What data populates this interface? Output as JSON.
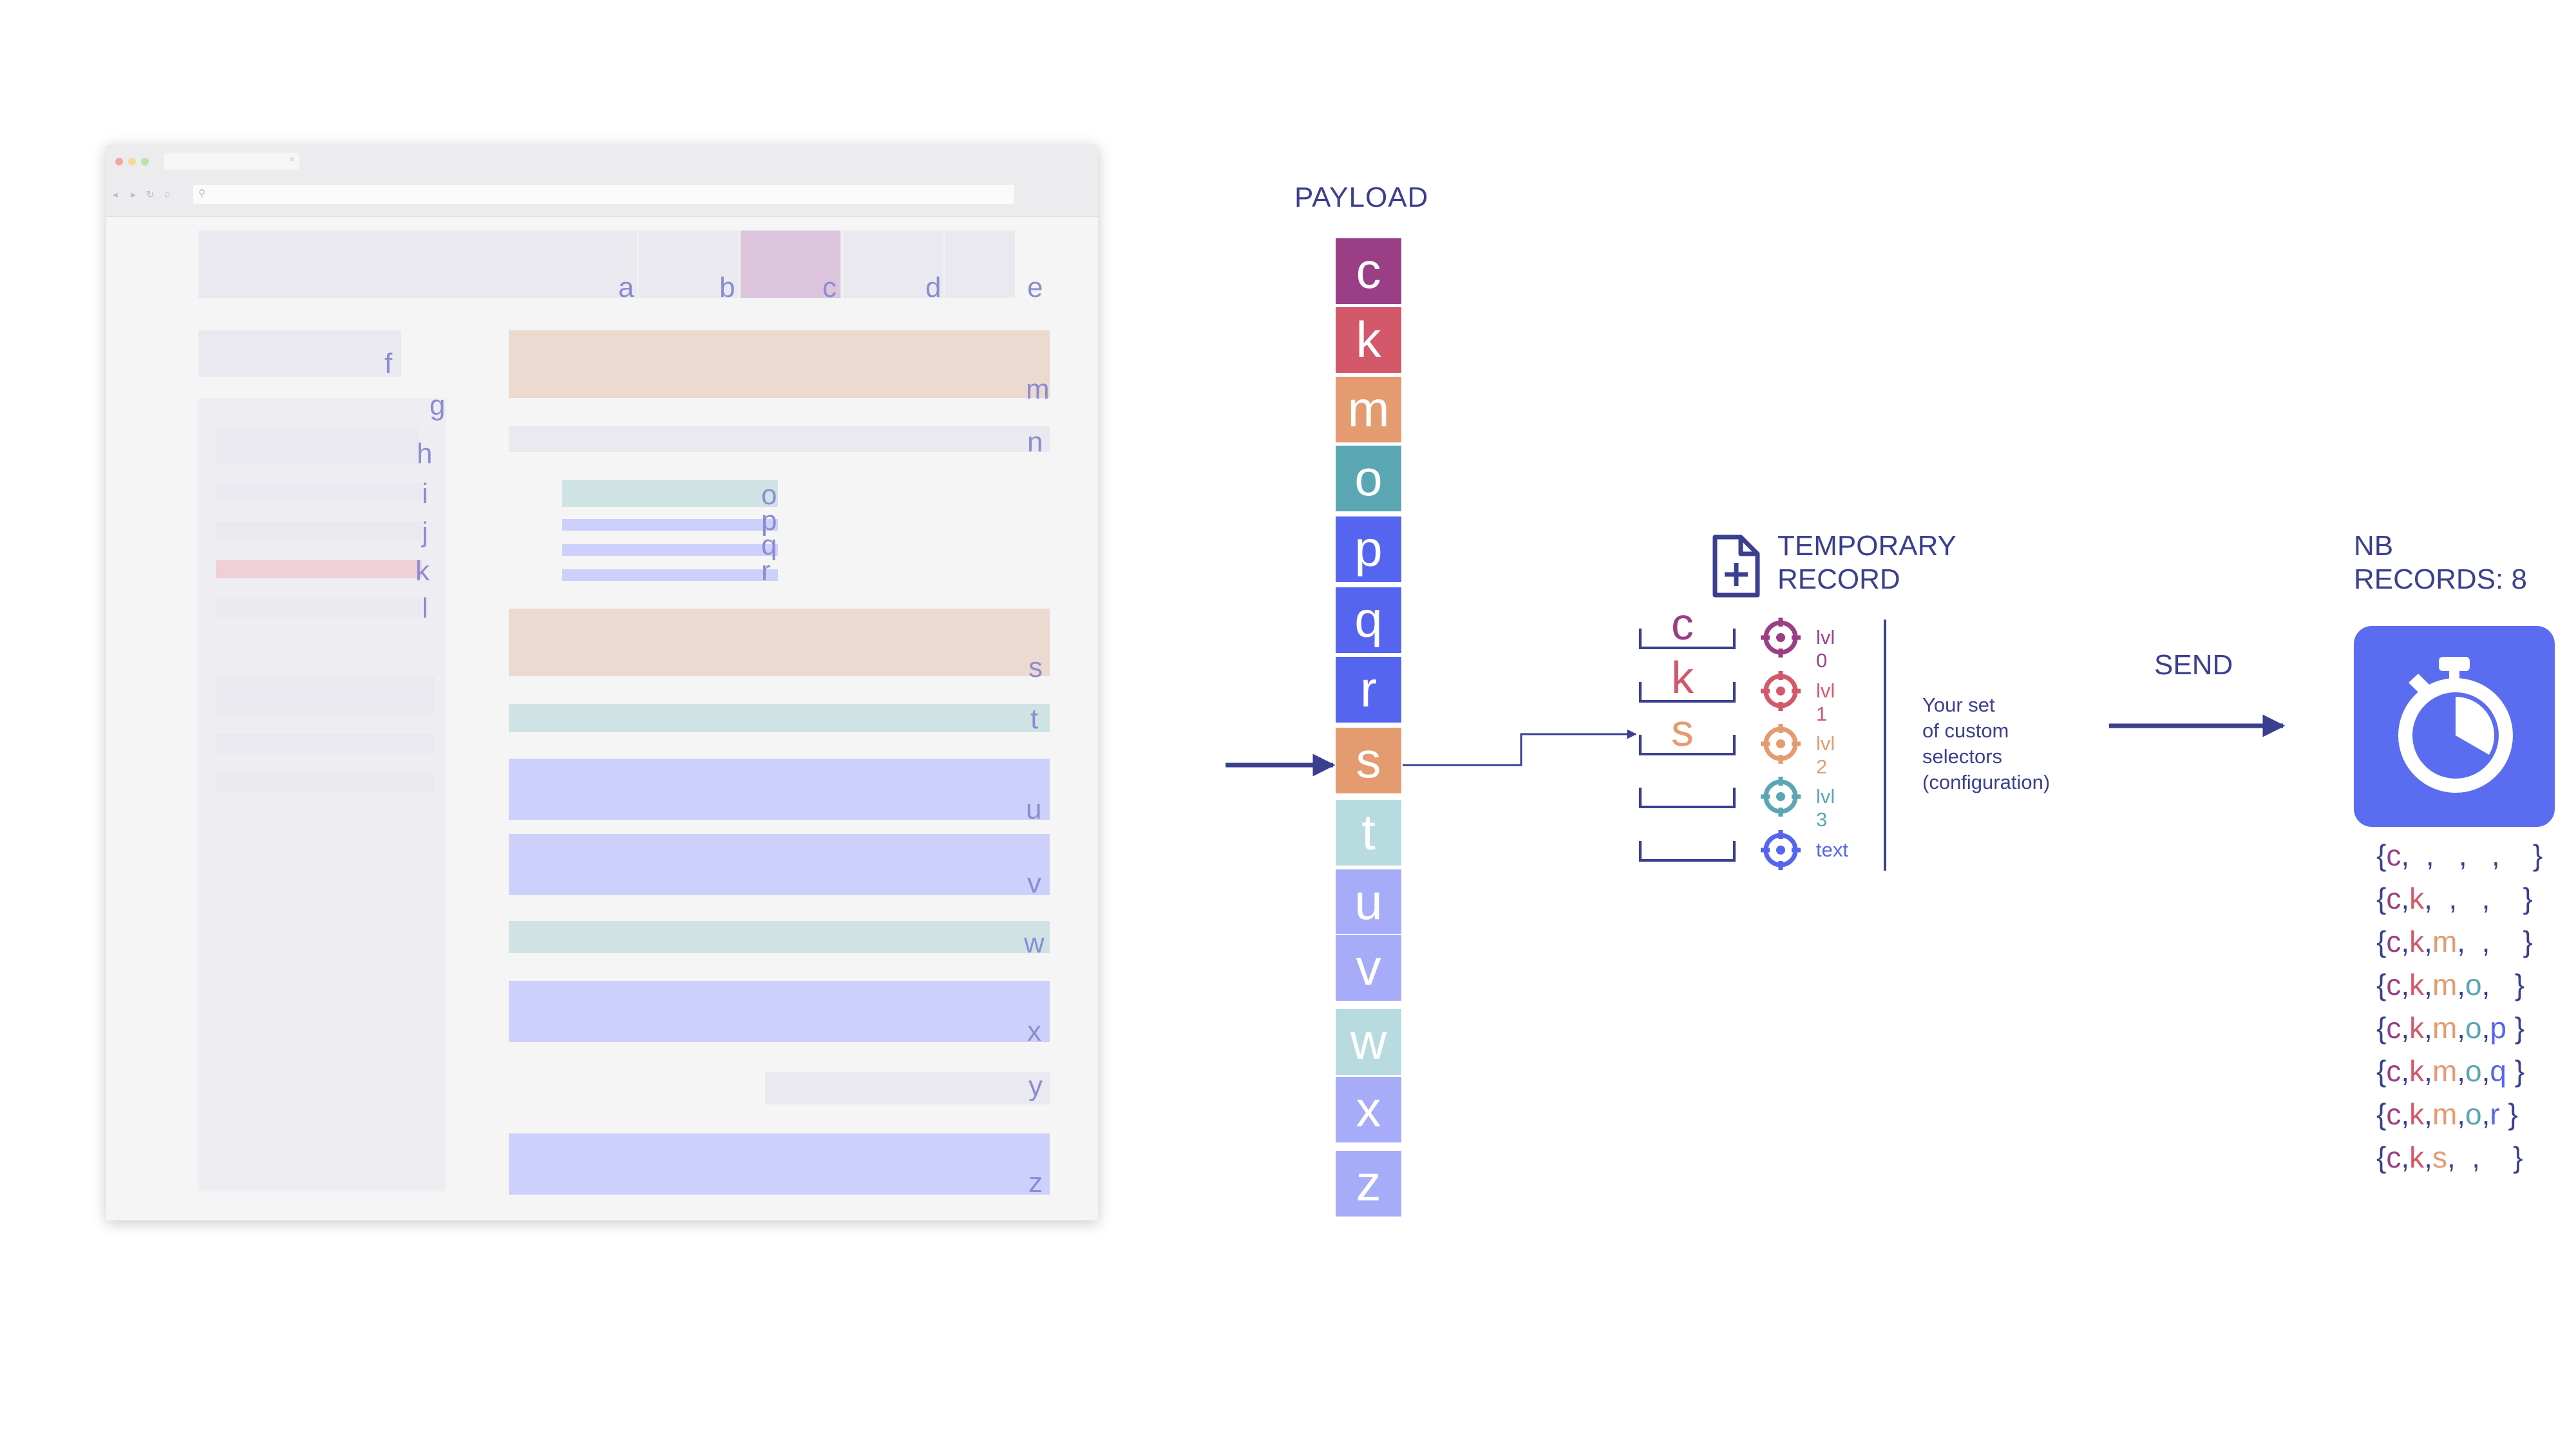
{
  "browser": {
    "tabs": [
      "a",
      "b",
      "c",
      "d",
      "e"
    ],
    "labels": [
      "f",
      "g",
      "h",
      "i",
      "j",
      "k",
      "l",
      "m",
      "n",
      "o",
      "p",
      "q",
      "r",
      "s",
      "t",
      "u",
      "v",
      "w",
      "x",
      "y",
      "z"
    ]
  },
  "payload": {
    "title": "PAYLOAD",
    "items": [
      "c",
      "k",
      "m",
      "o",
      "p",
      "q",
      "r",
      "s",
      "t",
      "u",
      "v",
      "w",
      "x",
      "z"
    ],
    "colors": [
      "#9a3f86",
      "#d2586a",
      "#e49b70",
      "#5ba6b3",
      "#5665f0",
      "#5665f0",
      "#5665f0",
      "#e49b70",
      "#b7dbde",
      "#a7acf8",
      "#a7acf8",
      "#b7dbde",
      "#a7acf8",
      "#a7acf8"
    ]
  },
  "temp_record": {
    "title_line1": "TEMPORARY",
    "title_line2": "RECORD",
    "slots": [
      "c",
      "k",
      "s",
      "",
      ""
    ],
    "slot_colors": [
      "#9a3f86",
      "#d2586a",
      "#e49b70",
      "#5ba6b3",
      "#5665f0"
    ],
    "selectors": [
      "lvl 0",
      "lvl 1",
      "lvl 2",
      "lvl 3",
      "text"
    ],
    "config_text": [
      "Your set",
      "of custom",
      "selectors",
      "(configuration)"
    ]
  },
  "send_label": "SEND",
  "nb_records": {
    "title_line1": "NB",
    "title_line2": "RECORDS: 8",
    "records": [
      [
        "c",
        "",
        "",
        "",
        ""
      ],
      [
        "c",
        "k",
        "",
        "",
        ""
      ],
      [
        "c",
        "k",
        "m",
        "",
        ""
      ],
      [
        "c",
        "k",
        "m",
        "o",
        ""
      ],
      [
        "c",
        "k",
        "m",
        "o",
        "p"
      ],
      [
        "c",
        "k",
        "m",
        "o",
        "q"
      ],
      [
        "c",
        "k",
        "m",
        "o",
        "r"
      ],
      [
        "c",
        "k",
        "s",
        "",
        ""
      ]
    ]
  },
  "icons": [
    "file-plus-icon",
    "crosshair-icon",
    "stopwatch-icon"
  ],
  "colors": {
    "accent": "#3b3f8f",
    "lvl0": "#9a3f86",
    "lvl1": "#d2586a",
    "lvl2": "#e49b70",
    "lvl3": "#5ba6b3",
    "text": "#5665f0",
    "timer": "#5a6df0"
  }
}
